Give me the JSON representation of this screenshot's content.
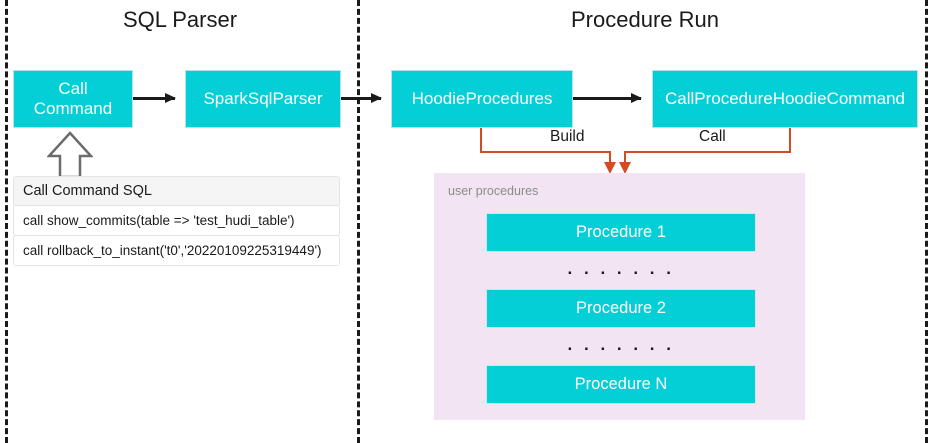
{
  "sections": {
    "left_title": "SQL Parser",
    "right_title": "Procedure Run"
  },
  "nodes": {
    "call_command": "Call\nCommand",
    "spark_sql_parser": "SparkSqlParser",
    "hoodie_procedures": "HoodieProcedures",
    "call_procedure_hoodie_command": "CallProcedureHoodieCommand"
  },
  "sql_table": {
    "header": "Call Command SQL",
    "rows": [
      "call show_commits(table => 'test_hudi_table')",
      "call rollback_to_instant('t0','20220109225319449')"
    ]
  },
  "connector_labels": {
    "build": "Build",
    "call": "Call"
  },
  "user_procedures": {
    "label": "user procedures",
    "items": [
      "Procedure 1",
      "Procedure 2",
      "Procedure N"
    ],
    "ellipsis": ". . . . . . ."
  },
  "colors": {
    "node_teal": "#04CFD6",
    "panel_purple": "#F2E4F3",
    "connector_orange": "#D24B22",
    "arrow_black": "#1A1A1A",
    "table_header_gray": "#F5F5F5"
  }
}
